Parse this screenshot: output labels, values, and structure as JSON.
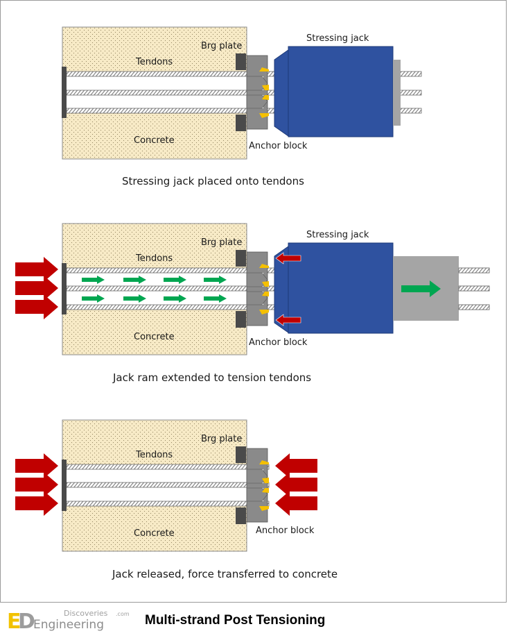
{
  "labels": {
    "brg_plate": "Brg plate",
    "tendons": "Tendons",
    "concrete": "Concrete",
    "anchor_block": "Anchor block",
    "stressing_jack": "Stressing jack"
  },
  "captions": [
    "Stressing jack placed onto tendons",
    "Jack ram extended to tension tendons",
    "Jack released, force transferred to concrete"
  ],
  "footer": {
    "title": "Multi-strand Post Tensioning",
    "logo_line1": "Discoveries",
    "logo_suffix": ".com",
    "logo_line2": "Engineering"
  },
  "colors": {
    "concrete_fill": "#f7eac6",
    "jack_blue": "#2f52a0",
    "plate_dark": "#4a4a4a",
    "anchor_gray": "#8a8a8a",
    "wedge_yellow": "#f5c000",
    "force_red": "#c00000",
    "tension_green": "#00a651",
    "ram_gray": "#a5a5a5"
  }
}
